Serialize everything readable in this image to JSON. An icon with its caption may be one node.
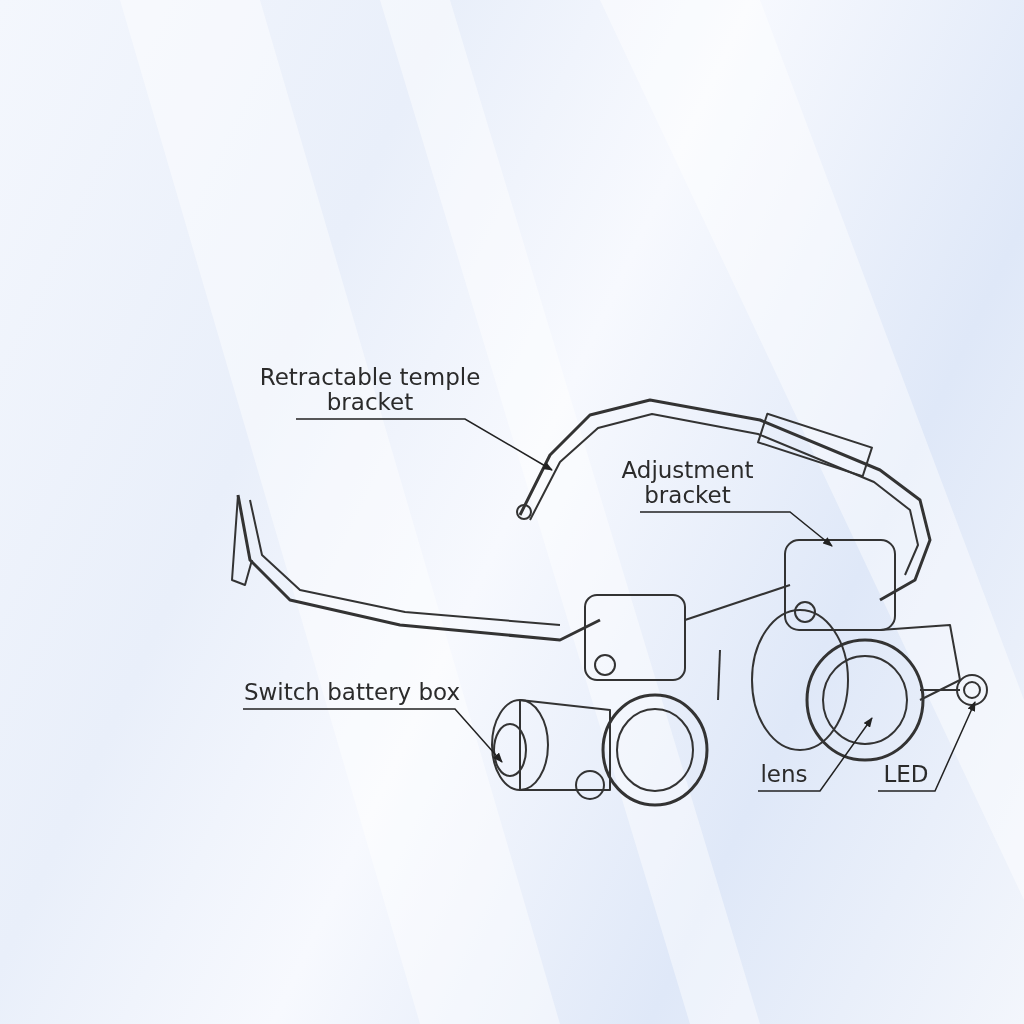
{
  "diagram": {
    "nodes": [
      {
        "text": [
          "Retractable temple bracket"
        ]
      },
      {
        "text": [
          "Adjustment bracket"
        ]
      },
      {
        "text": [
          "Switch battery box"
        ]
      },
      {
        "text": [
          "lens"
        ]
      },
      {
        "text": [
          "LED"
        ]
      }
    ],
    "edges": [
      {
        "from": 0,
        "to": null,
        "arrow": "to"
      },
      {
        "from": 1,
        "to": null,
        "arrow": "to"
      },
      {
        "from": 2,
        "to": null,
        "arrow": "to"
      },
      {
        "from": 3,
        "to": null,
        "arrow": "to"
      },
      {
        "from": 4,
        "to": null,
        "arrow": "to"
      }
    ]
  }
}
